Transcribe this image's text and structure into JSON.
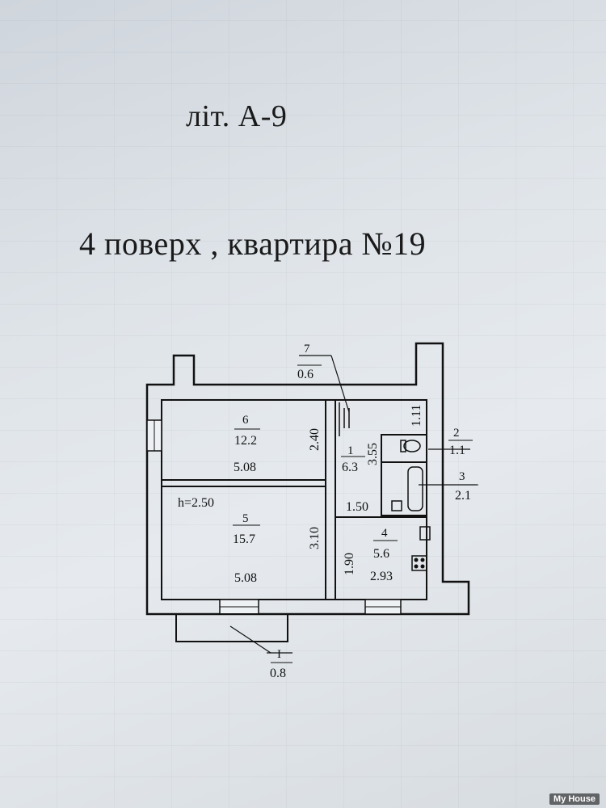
{
  "header": {
    "lit": "літ. А-9",
    "floor": "4  поверх , квартира №19"
  },
  "rooms": [
    {
      "num": "6",
      "area": "12.2",
      "width": "5.08",
      "depth": "2.40"
    },
    {
      "num": "5",
      "area": "15.7",
      "width": "5.08",
      "depth": "3.10"
    },
    {
      "num": "1",
      "area": "6.3",
      "length": "3.55",
      "width": "1.50"
    },
    {
      "num": "2",
      "area": "1.1",
      "dim": "1.11"
    },
    {
      "num": "3",
      "area": "2.1"
    },
    {
      "num": "4",
      "area": "5.6",
      "width": "2.93",
      "depth": "1.90"
    },
    {
      "num": "7",
      "area": "0.6"
    },
    {
      "num": "I",
      "area": "0.8"
    }
  ],
  "ceiling_height": "h=2.50",
  "watermark": "My House"
}
